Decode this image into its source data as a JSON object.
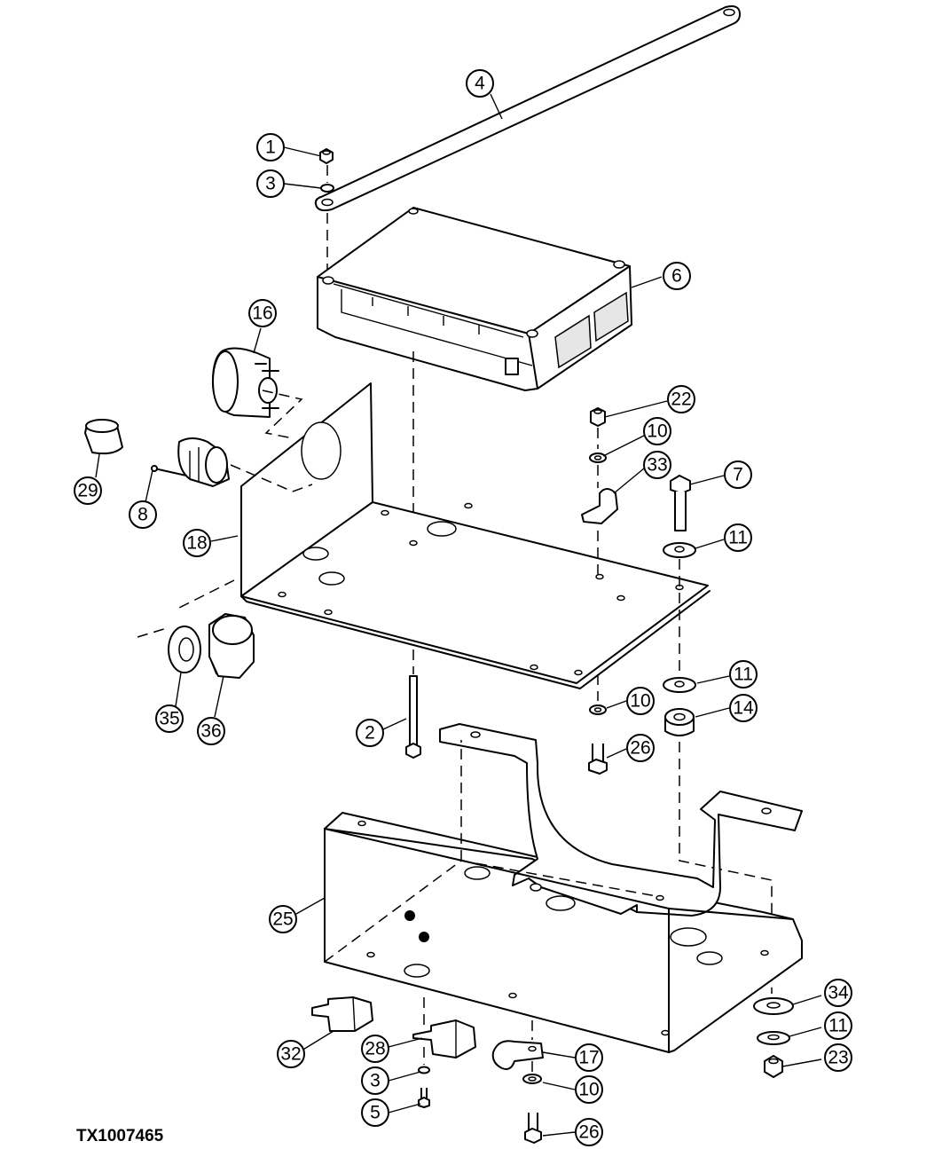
{
  "figure_id": "TX1007465",
  "callouts": [
    "1",
    "2",
    "3",
    "4",
    "5",
    "6",
    "7",
    "8",
    "10",
    "11",
    "14",
    "16",
    "17",
    "18",
    "22",
    "23",
    "25",
    "26",
    "28",
    "29",
    "32",
    "33",
    "34",
    "35",
    "36"
  ]
}
